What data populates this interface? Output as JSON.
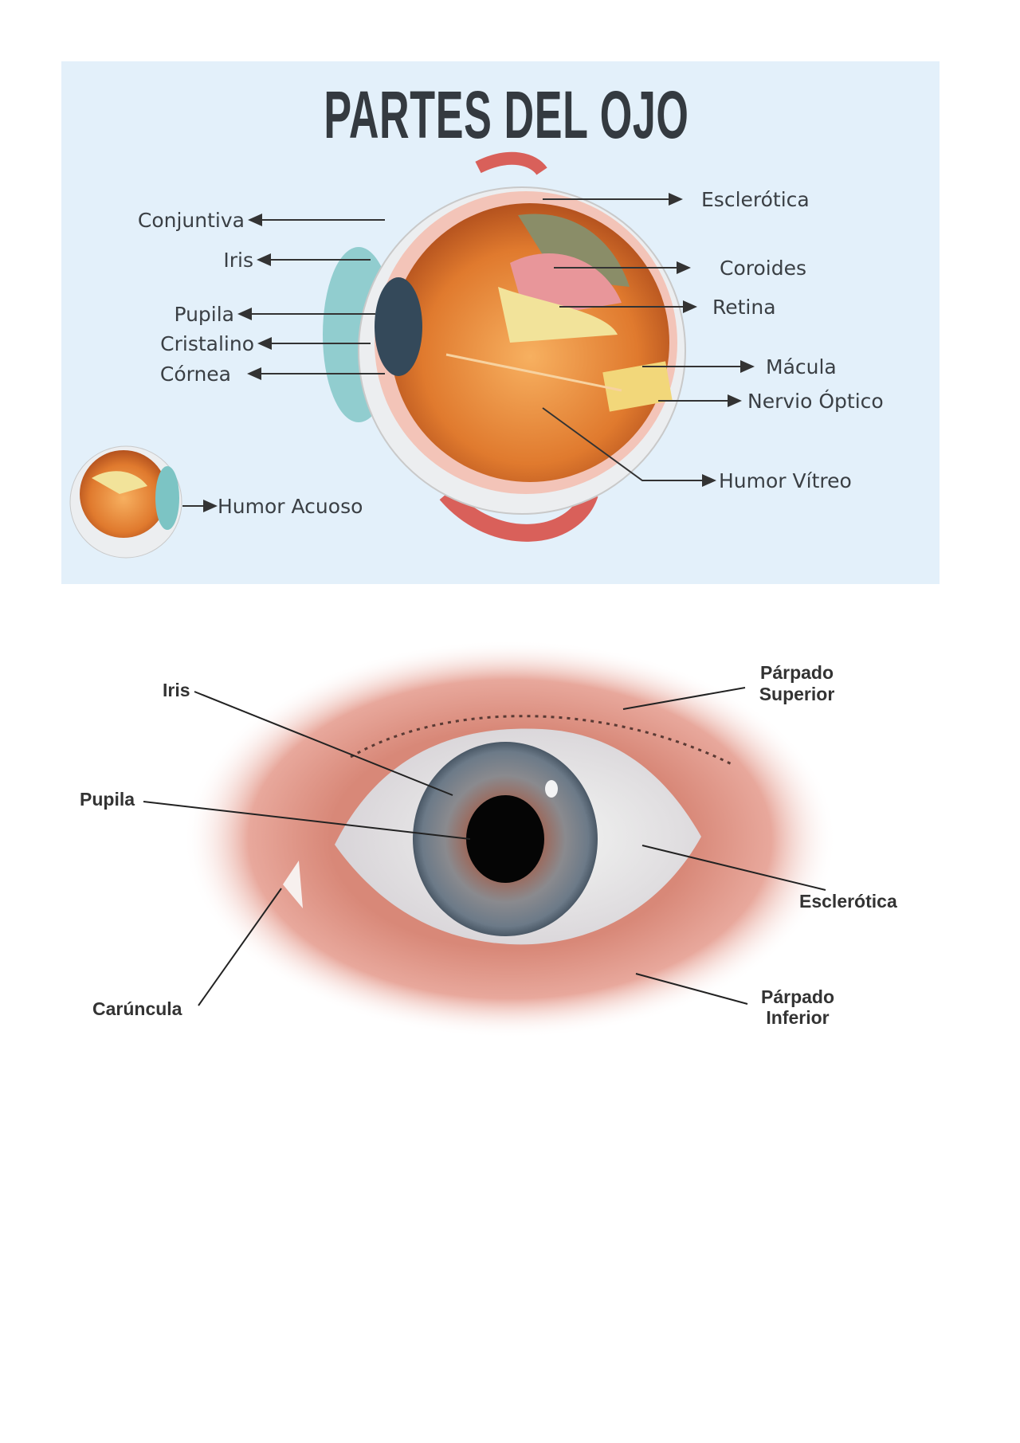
{
  "diagram1": {
    "title": "PARTES DEL OJO",
    "labels": {
      "conjuntiva": "Conjuntiva",
      "iris": "Iris",
      "pupila": "Pupila",
      "cristalino": "Cristalino",
      "cornea": "Córnea",
      "esclerotica": "Esclerótica",
      "coroides": "Coroides",
      "retina": "Retina",
      "macula": "Mácula",
      "nervio_optico": "Nervio Óptico",
      "humor_vitreo": "Humor Vítreo",
      "humor_acuoso": "Humor Acuoso"
    },
    "background_color": "#e3f0fa"
  },
  "diagram2": {
    "labels": {
      "iris": "Iris",
      "pupila": "Pupila",
      "caruncula": "Carúncula",
      "parpado_superior_1": "Párpado",
      "parpado_superior_2": "Superior",
      "esclerotica": "Esclerótica",
      "parpado_inferior_1": "Párpado",
      "parpado_inferior_2": "Inferior"
    }
  }
}
